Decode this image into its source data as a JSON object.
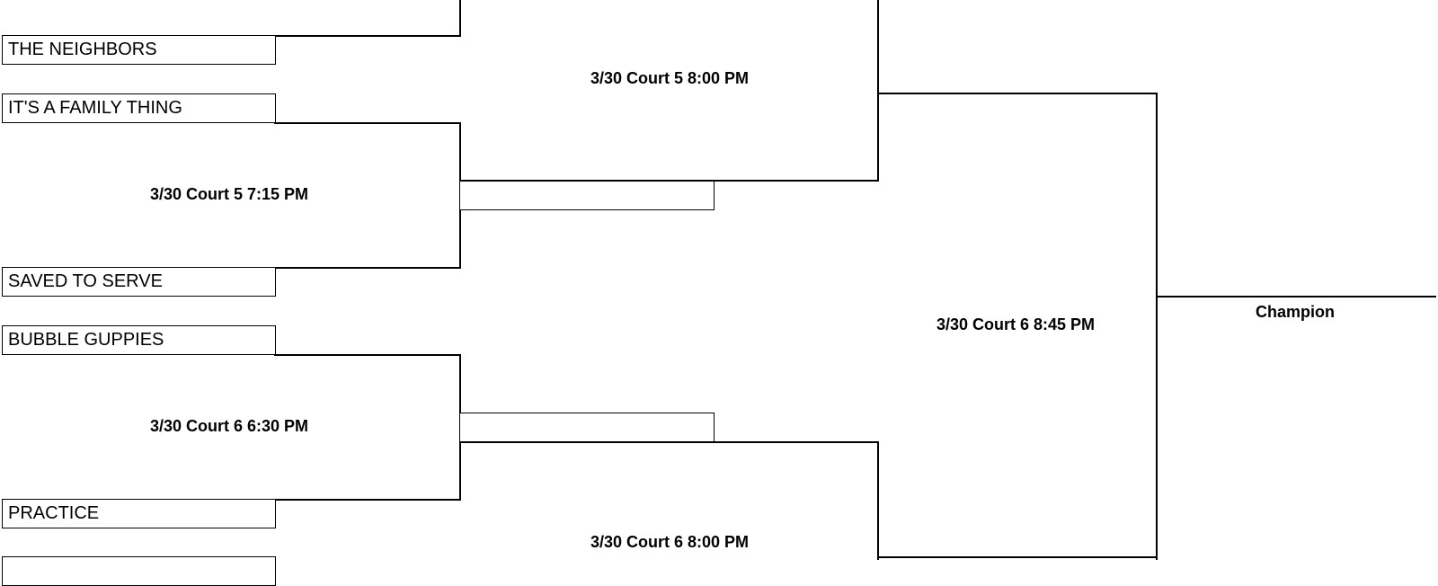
{
  "teams": {
    "t1": "THE NEIGHBORS",
    "t2": "IT'S A FAMILY THING",
    "t3": "SAVED TO SERVE",
    "t4": "BUBBLE GUPPIES",
    "t5": "PRACTICE"
  },
  "games": {
    "g_r1_a": "3/30 Court 5 7:15 PM",
    "g_r1_b": "3/30 Court 6 6:30 PM",
    "g_r2_top": "3/30 Court 5 8:00 PM",
    "g_r2_bottom": "3/30 Court 6 8:00 PM",
    "g_final": "3/30 Court 6 8:45 PM"
  },
  "champion_label": "Champion"
}
